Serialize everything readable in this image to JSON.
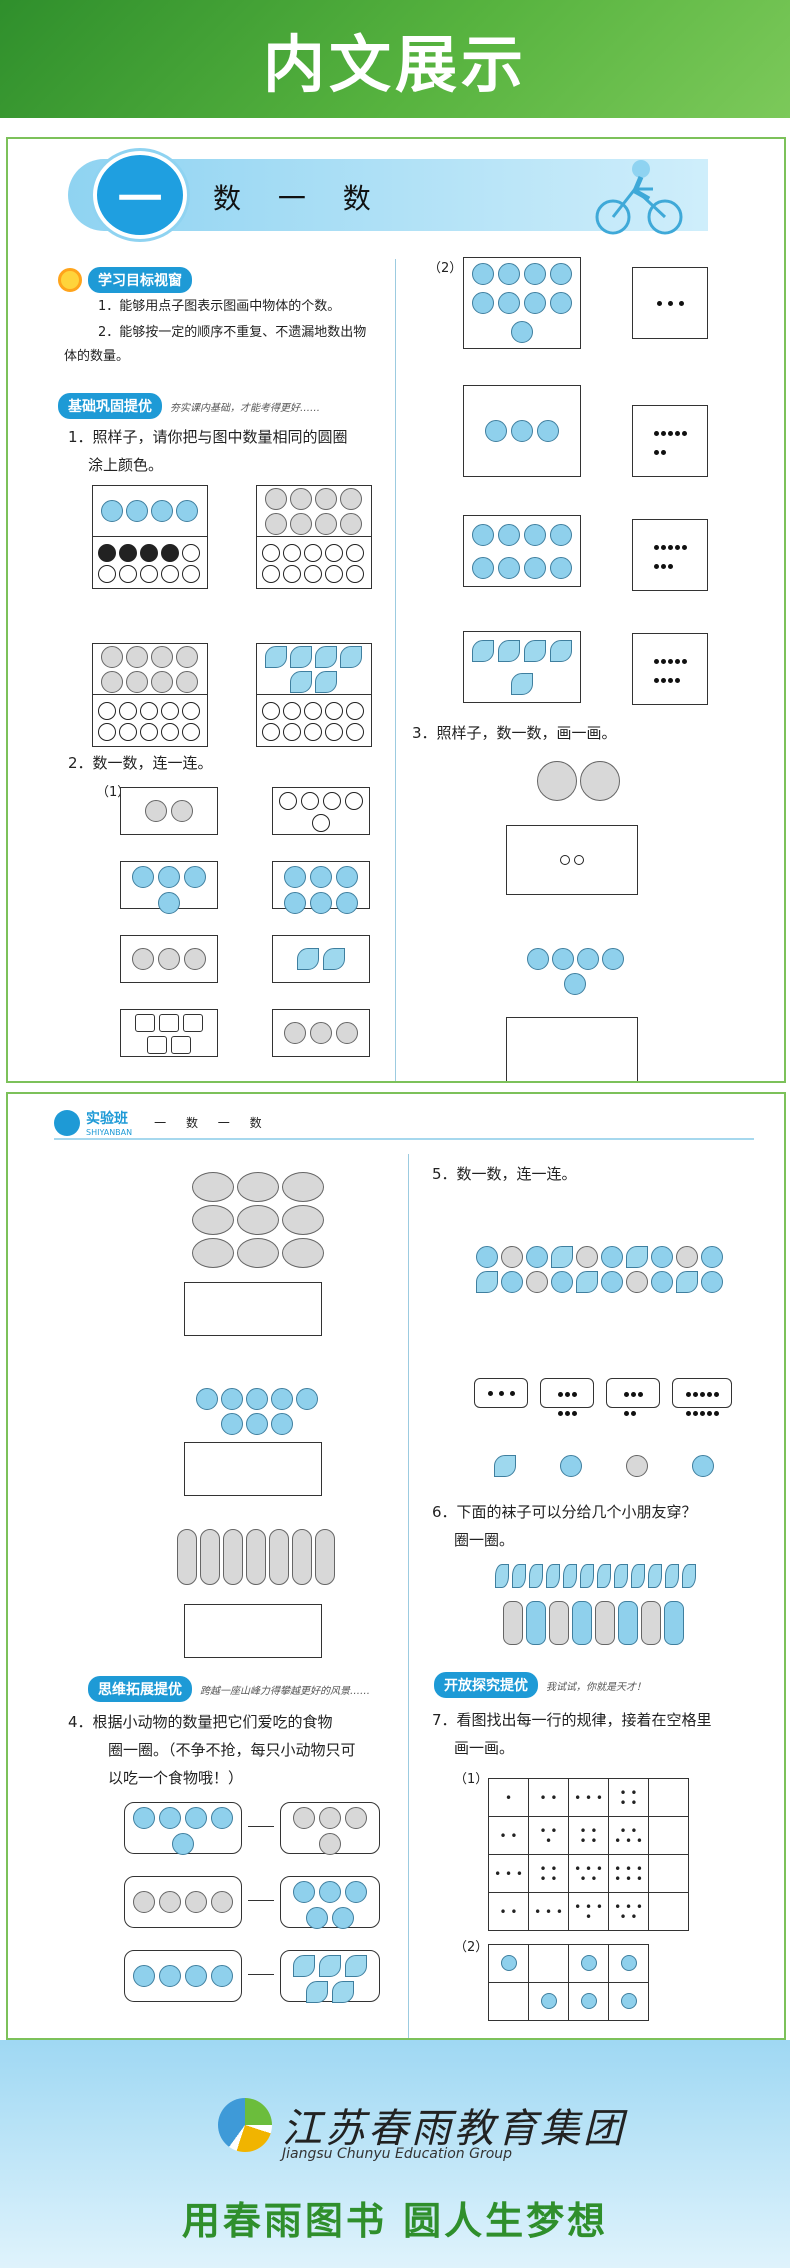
{
  "banner": {
    "title": "内文展示"
  },
  "page1": {
    "chapter_number": "一",
    "chapter_title": "数 一 数",
    "goals": {
      "head": "学习目标视窗",
      "item1": "1．能够用点子图表示图画中物体的个数。",
      "item2": "2．能够按一定的顺序不重复、不遗漏地数出物",
      "item2b": "体的数量。"
    },
    "basic": {
      "head": "基础巩固提优",
      "note": "夯实课内基础，才能考得更好……",
      "q1a": "1．照样子，请你把与图中数量相同的圆圈",
      "q1b": "涂上颜色。",
      "q2": "2．数一数，连一连。",
      "sub1": "（1）",
      "sub2": "（2）",
      "q3": "3．照样子，数一数，画一画。"
    }
  },
  "page2": {
    "brand": "实验班",
    "brand_en": "SHIYANBAN",
    "chapter": "一 数 一 数",
    "q5": "5．数一数，连一连。",
    "q6a": "6．下面的袜子可以分给几个小朋友穿？",
    "q6b": "圈一圈。",
    "think": {
      "head": "思维拓展提优",
      "note": "跨越一座山峰力得攀越更好的风景……"
    },
    "q4a": "4．根据小动物的数量把它们爱吃的食物",
    "q4b": "圈一圈。（不争不抢，每只小动物只可",
    "q4c": "以吃一个食物哦！）",
    "open": {
      "head": "开放探究提优",
      "note": "我试试，你就是天才！"
    },
    "q7a": "7．看图找出每一行的规律，接着在空格里",
    "q7b": "画一画。",
    "sub1": "（1）",
    "sub2": "（2）"
  },
  "footer": {
    "logo_cn": "江苏春雨教育集团",
    "logo_en": "Jiangsu Chunyu Education Group",
    "slogan": "用春雨图书 圆人生梦想"
  }
}
